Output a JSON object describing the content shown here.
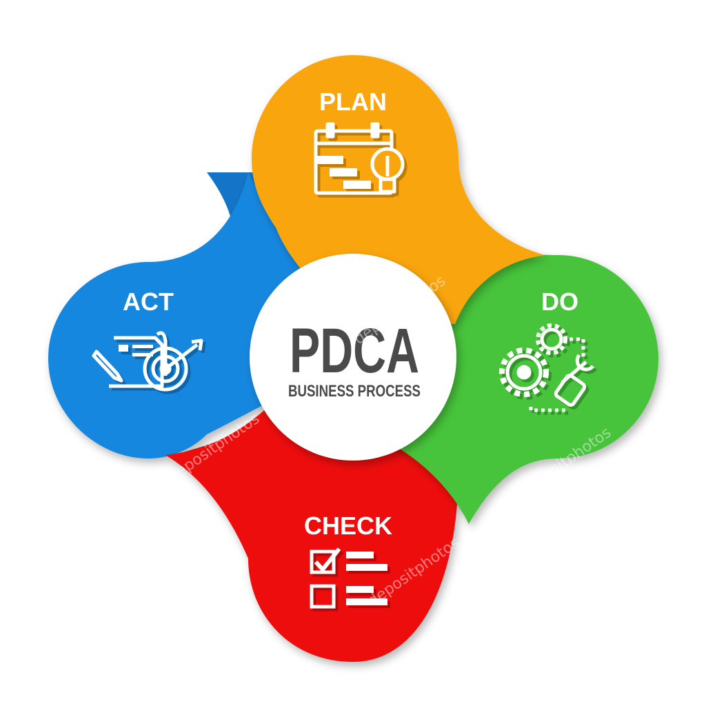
{
  "center": {
    "title": "PDCA",
    "subtitle": "BUSINESS PROCESS"
  },
  "stages": [
    {
      "id": "plan",
      "label": "PLAN",
      "color": "#f9a50e",
      "icon": "calendar-lightbulb-icon"
    },
    {
      "id": "do",
      "label": "DO",
      "color": "#46c43a",
      "icon": "gears-wrench-icon"
    },
    {
      "id": "check",
      "label": "CHECK",
      "color": "#ee0c0c",
      "icon": "checklist-icon"
    },
    {
      "id": "act",
      "label": "ACT",
      "color": "#1887df",
      "icon": "document-target-icon"
    }
  ],
  "watermark": "depositphotos"
}
